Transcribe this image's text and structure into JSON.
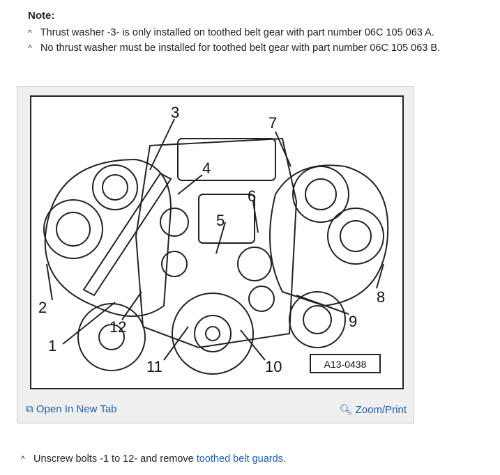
{
  "note": {
    "title": "Note:",
    "lines": [
      "Thrust washer -3- is only installed on toothed belt gear with part number 06C 105 063 A.",
      "No thrust washer must be installed for toothed belt gear with part number 06C 105 063 B."
    ],
    "bullet": "^"
  },
  "figure": {
    "reference": "A13-0438",
    "callouts": [
      "1",
      "2",
      "3",
      "4",
      "5",
      "6",
      "7",
      "8",
      "9",
      "10",
      "11",
      "12"
    ],
    "open_tab_label": "Open In New Tab",
    "zoom_label": "Zoom/Print"
  },
  "instruction": {
    "bullet": "^",
    "text_before": "Unscrew bolts -1 to 12- and remove ",
    "link_text": "toothed belt guards",
    "text_after": "."
  }
}
